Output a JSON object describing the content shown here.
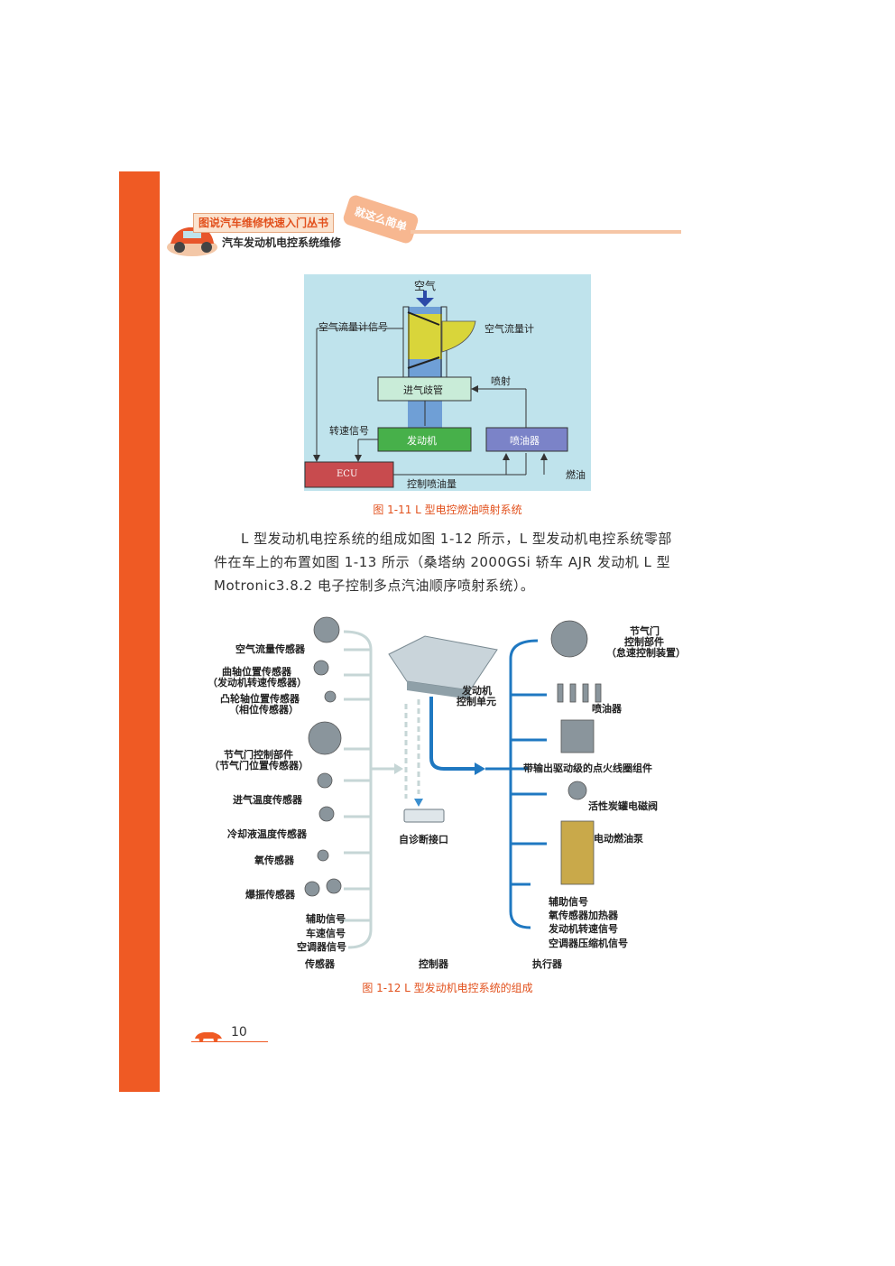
{
  "header": {
    "series": "图说汽车维修快速入门丛书",
    "book_title": "汽车发动机电控系统维修",
    "slogan": "就这么简单"
  },
  "figure1": {
    "labels": {
      "air": "空气",
      "air_flow_signal": "空气流量计信号",
      "air_flow_meter": "空气流量计",
      "injection": "喷射",
      "intake_manifold": "进气歧管",
      "speed_signal": "转速信号",
      "engine": "发动机",
      "injector": "喷油器",
      "ecu": "ECU",
      "control_injection": "控制喷油量",
      "fuel": "燃油"
    },
    "caption": "图 1-11   L 型电控燃油喷射系统"
  },
  "body": {
    "paragraph": "L 型发动机电控系统的组成如图 1-12 所示，L 型发动机电控系统零部件在车上的布置如图 1-13 所示（桑塔纳 2000GSi 轿车 AJR 发动机 L 型 Motronic3.8.2 电子控制多点汽油顺序喷射系统）。"
  },
  "figure2": {
    "sensors": [
      "空气流量传感器",
      "曲轴位置传感器",
      "（发动机转速传感器）",
      "凸轮轴位置传感器",
      "（相位传感器）",
      "节气门控制部件",
      "（节气门位置传感器）",
      "进气温度传感器",
      "冷却液温度传感器",
      "氧传感器",
      "爆振传感器",
      "辅助信号",
      "车速信号",
      "空调器信号"
    ],
    "controller": [
      "发动机",
      "控制单元"
    ],
    "diagnostic": "自诊断接口",
    "actuators": [
      "节气门",
      "控制部件",
      "（怠速控制装置）",
      "喷油器",
      "带输出驱动级的点火线圈组件",
      "活性炭罐电磁阀",
      "电动燃油泵",
      "辅助信号",
      "氧传感器加热器",
      "发动机转速信号",
      "空调器压缩机信号"
    ],
    "columns": [
      "传感器",
      "控制器",
      "执行器"
    ],
    "caption": "图 1-12   L 型发动机电控系统的组成"
  },
  "footer": {
    "page_number": "10"
  },
  "colors": {
    "accent": "#ef5a24",
    "caption": "#e2511d",
    "diagram_bg": "#bfe3ec"
  }
}
